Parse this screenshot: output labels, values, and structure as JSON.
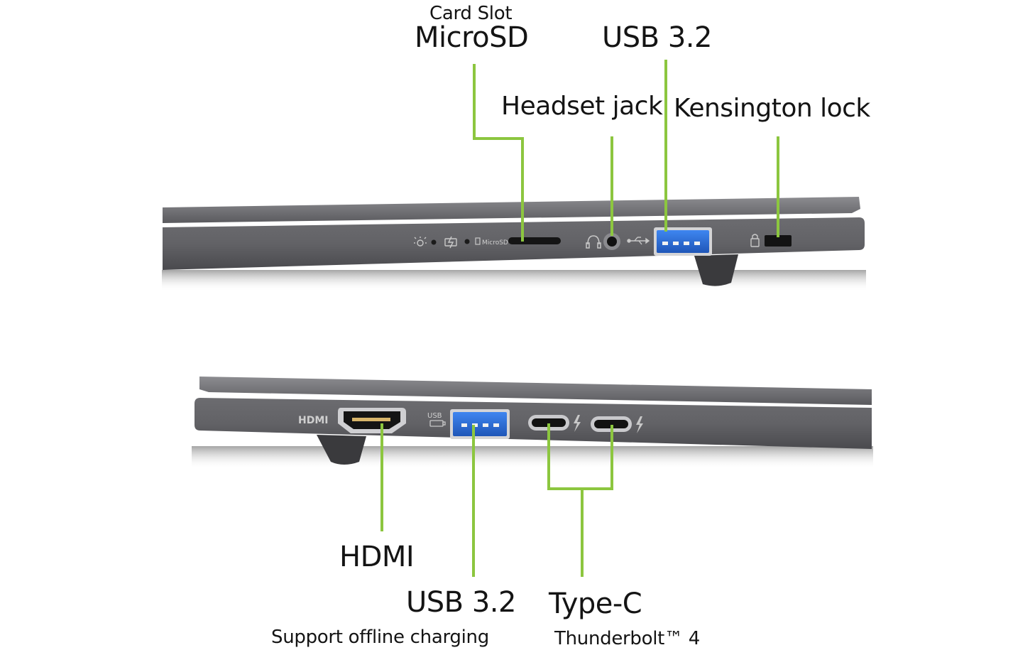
{
  "accent_color": "#8cc63f",
  "chassis_color": "#5e5e62",
  "port_blue": "#2f6fd8",
  "top_side": {
    "labels": {
      "card_slot_small": "Card Slot",
      "microsd": "MicroSD",
      "usb": "USB 3.2",
      "headset": "Headset jack",
      "kensington": "Kensington lock"
    },
    "engravings": {
      "microsd": "MicroSD"
    },
    "icons": [
      "power-light-icon",
      "battery-charge-icon",
      "microsd-icon",
      "headset-icon",
      "usb-icon",
      "lock-icon"
    ]
  },
  "bottom_side": {
    "labels": {
      "hdmi": "HDMI",
      "usb": "USB 3.2",
      "usb_sub": "Support offline charging",
      "typec": "Type-C",
      "typec_sub": "Thunderbolt™ 4"
    },
    "engravings": {
      "hdmi": "HDMI",
      "usb": "USB"
    },
    "icons": [
      "hdmi-logo",
      "usb-charge-icon",
      "thunderbolt-icon"
    ]
  }
}
